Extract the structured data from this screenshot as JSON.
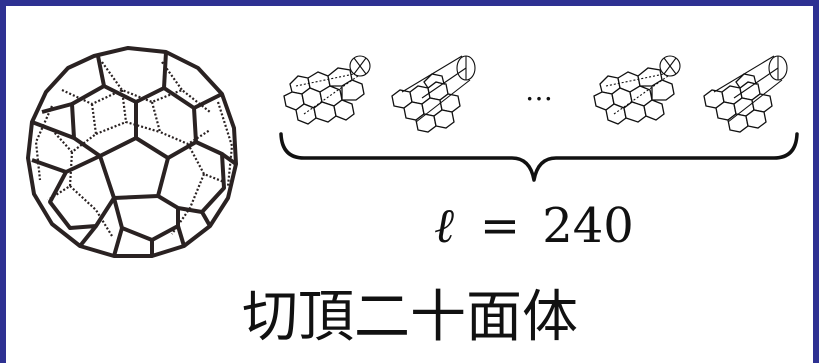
{
  "frame_color": "#2e3192",
  "ellipsis": "…",
  "equation": {
    "symbol": "ℓ",
    "operator": "=",
    "value": "240"
  },
  "caption": "切頂二十面体",
  "icons": {
    "polyhedron": "truncated-icosahedron-icon",
    "fragments": [
      "hexagon-cluster-icon",
      "hexagon-cluster-icon",
      "hexagon-cluster-icon",
      "hexagon-cluster-icon"
    ],
    "brace": "curly-brace-icon"
  }
}
